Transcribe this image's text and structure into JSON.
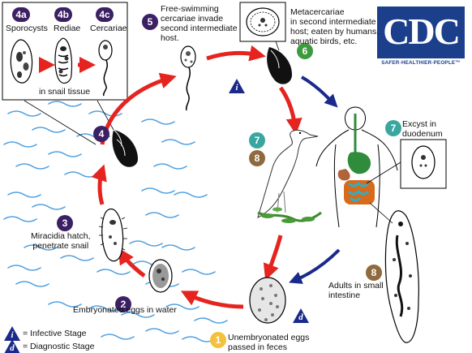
{
  "logo": {
    "text": "CDC",
    "tagline": "SAFER·HEALTHIER·PEOPLE™",
    "color": "#1b3f8b"
  },
  "inset": {
    "stage_4a": "4a",
    "stage_4b": "4b",
    "stage_4c": "4c",
    "sporocysts": "Sporocysts",
    "rediae": "Rediae",
    "cercariae": "Cercariae",
    "in_snail_tissue": "in snail tissue"
  },
  "stages": {
    "s1": "1",
    "s2": "2",
    "s3": "3",
    "s4": "4",
    "s5": "5",
    "s6": "6",
    "s7a": "7",
    "s7b": "7",
    "s8a": "8",
    "s8b": "8"
  },
  "labels": {
    "free_swimming": "Free-swimming\ncercariae invade\nsecond intermediate\nhost.",
    "metacercariae": "Metacercariae\nin second intermediate\nhost; eaten by humans,\naquatic birds, etc.",
    "excyst": "Excyst in\nduodenum",
    "miracidia": "Miracidia hatch,\npenetrate snail",
    "embryonated": "Embryonated eggs in water",
    "adults": "Adults in small\nintestine",
    "unembryonated": "Unembryonated eggs\npassed in feces"
  },
  "legend": {
    "infective_symbol": "i",
    "infective_label": "= Infective Stage",
    "diagnostic_symbol": "d",
    "diagnostic_label": "= Diagnostic Stage"
  },
  "colors": {
    "badge_purple": "#3b2063",
    "badge_green": "#3d9a3e",
    "badge_teal": "#3aa6a0",
    "badge_brown": "#8e6a3e",
    "badge_yellow": "#f2c23c",
    "arrow_red": "#e52420",
    "arrow_blue": "#1a2a8a",
    "water_blue": "#4f9fe0"
  }
}
